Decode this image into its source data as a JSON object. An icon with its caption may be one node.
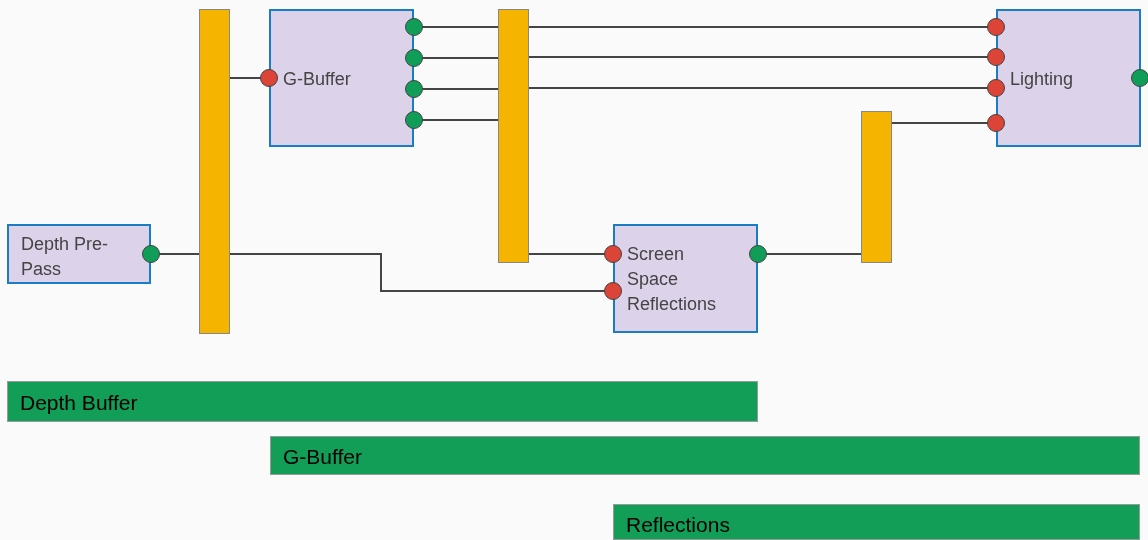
{
  "diagram": {
    "nodes": [
      {
        "text": [
          "Depth Pre-Pass"
        ]
      },
      {
        "text": [],
        "shape": "bar"
      },
      {
        "text": [
          "G-Buffer"
        ]
      },
      {
        "text": [],
        "shape": "bar"
      },
      {
        "text": [
          "Screen Space Reflections"
        ]
      },
      {
        "text": [],
        "shape": "bar"
      },
      {
        "text": [
          "Lighting"
        ]
      },
      {
        "text": [
          "Depth Buffer"
        ]
      },
      {
        "text": [
          "G-Buffer"
        ]
      },
      {
        "text": [
          "Reflections"
        ]
      }
    ],
    "edges": [
      {
        "from": 0,
        "to": 1,
        "arrow": "other"
      },
      {
        "from": 1,
        "to": 2,
        "arrow": "other"
      },
      {
        "from": 1,
        "to": 4,
        "arrow": "other"
      },
      {
        "from": 2,
        "to": 3,
        "arrow": "other"
      },
      {
        "from": 2,
        "to": 3,
        "arrow": "other"
      },
      {
        "from": 2,
        "to": 3,
        "arrow": "other"
      },
      {
        "from": 2,
        "to": 3,
        "arrow": "other"
      },
      {
        "from": 3,
        "to": 6,
        "arrow": "other"
      },
      {
        "from": 3,
        "to": 6,
        "arrow": "other"
      },
      {
        "from": 3,
        "to": 6,
        "arrow": "other"
      },
      {
        "from": 3,
        "to": 4,
        "arrow": "other"
      },
      {
        "from": 4,
        "to": 5,
        "arrow": "other"
      },
      {
        "from": 5,
        "to": 6,
        "arrow": "other"
      }
    ]
  }
}
